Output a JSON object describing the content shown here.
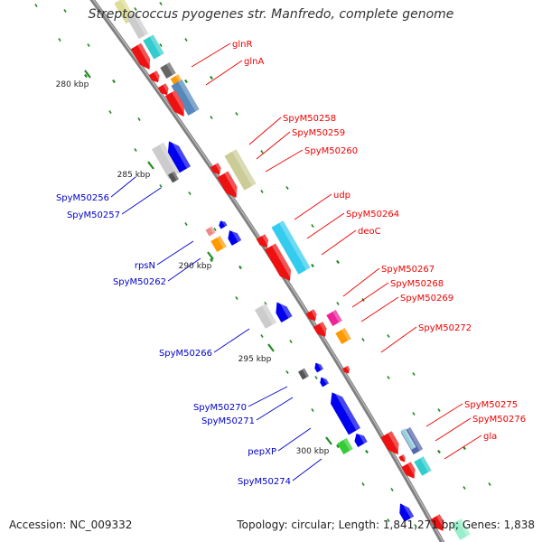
{
  "title": "Streptococcus pyogenes str. Manfredo, complete genome",
  "footer": {
    "accession": "Accession: NC_009332",
    "summary": "Topology: circular; Length: 1,841,271 bp; Genes: 1,838"
  },
  "scale_labels": [
    "280 kbp",
    "285 kbp",
    "290 kbp",
    "295 kbp",
    "300 kbp"
  ],
  "colors": {
    "forward_label": "#ee0000",
    "reverse_label": "#0000cc",
    "tick": "#228b22",
    "backbone": "#808080"
  },
  "forward_genes": [
    "glnR",
    "glnA",
    "SpyM50258",
    "SpyM50259",
    "SpyM50260",
    "udp",
    "SpyM50264",
    "deoC",
    "SpyM50267",
    "SpyM50268",
    "SpyM50269",
    "SpyM50272",
    "SpyM50275",
    "SpyM50276",
    "gla"
  ],
  "reverse_genes": [
    "SpyM50256",
    "SpyM50257",
    "rpsN",
    "SpyM50262",
    "SpyM50266",
    "SpyM50270",
    "SpyM50271",
    "pepXP",
    "SpyM50274"
  ]
}
